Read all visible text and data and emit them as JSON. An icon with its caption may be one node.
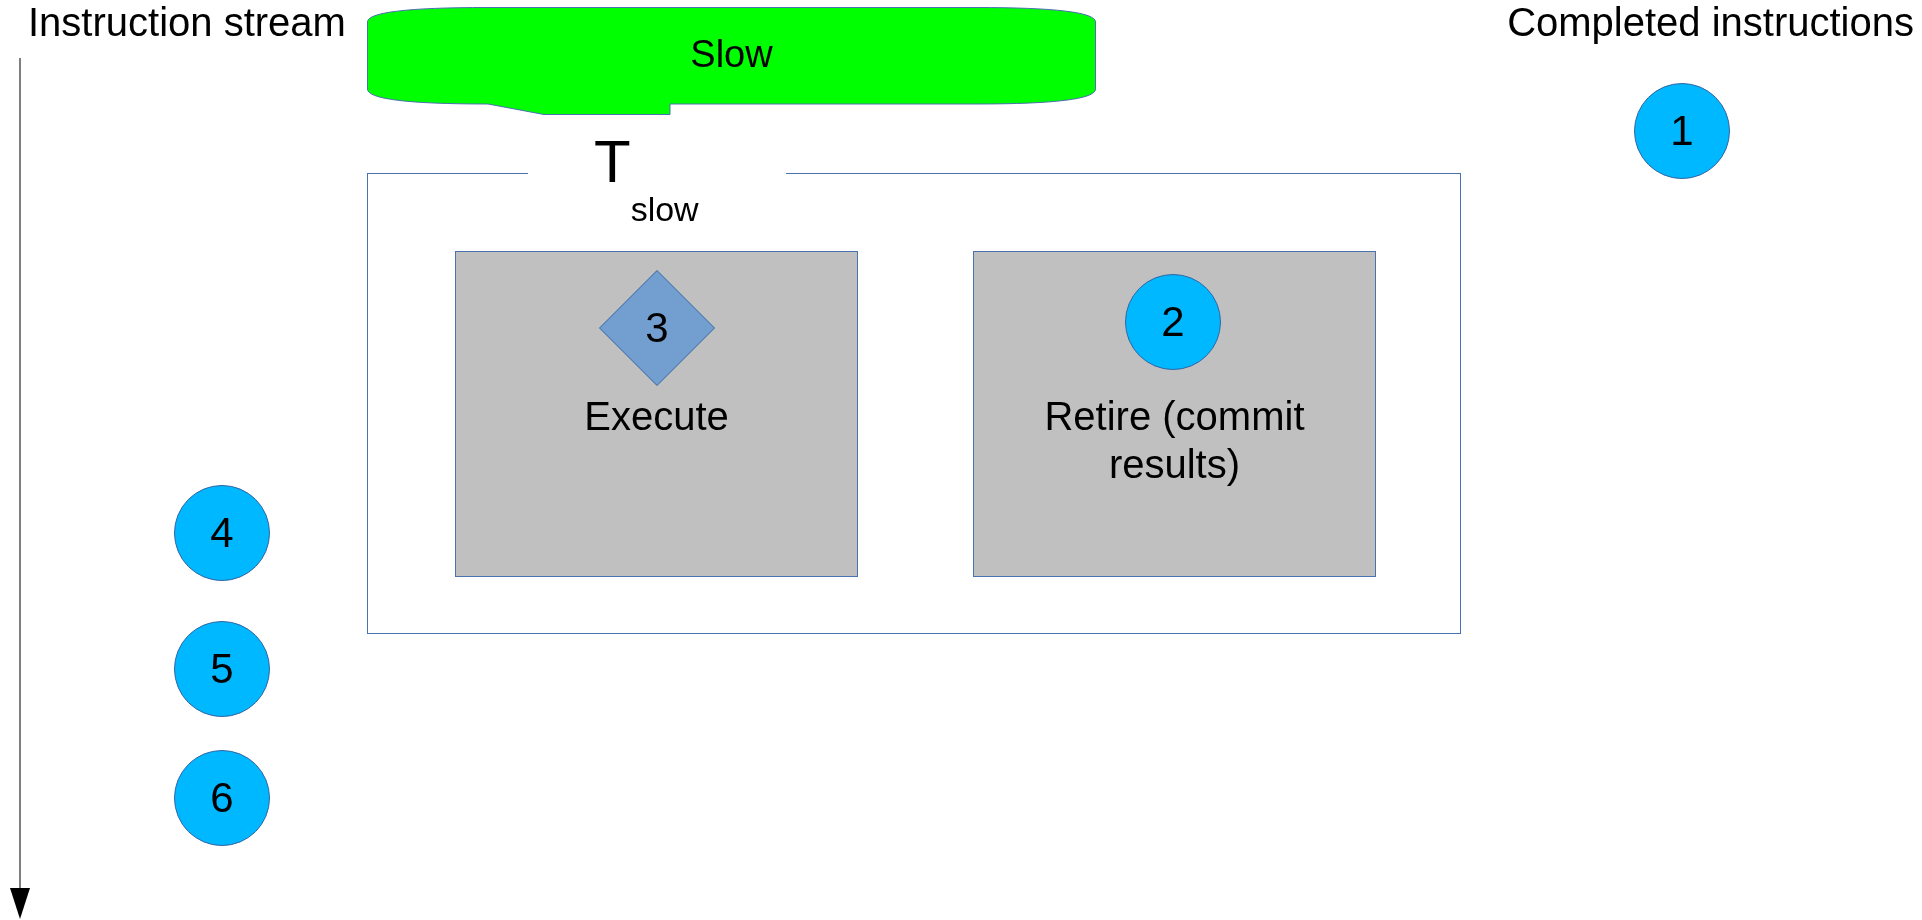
{
  "diagram": {
    "nodes": [
      {
        "text": [
          "Slow"
        ]
      },
      {
        "text": [
          "T$_{slow}$"
        ]
      },
      {
        "text": [
          "Execute"
        ],
        "in": 1
      },
      {
        "text": [
          "3"
        ],
        "in": 2
      },
      {
        "text": [
          "Retire (commit results)"
        ],
        "in": 1
      },
      {
        "text": [
          "2"
        ],
        "in": 4
      },
      {
        "text": [
          "1"
        ]
      },
      {
        "text": [
          "4"
        ]
      },
      {
        "text": [
          "5"
        ]
      },
      {
        "text": [
          "6"
        ]
      }
    ],
    "labels": [
      "Instruction stream",
      "Completed instructions"
    ]
  }
}
